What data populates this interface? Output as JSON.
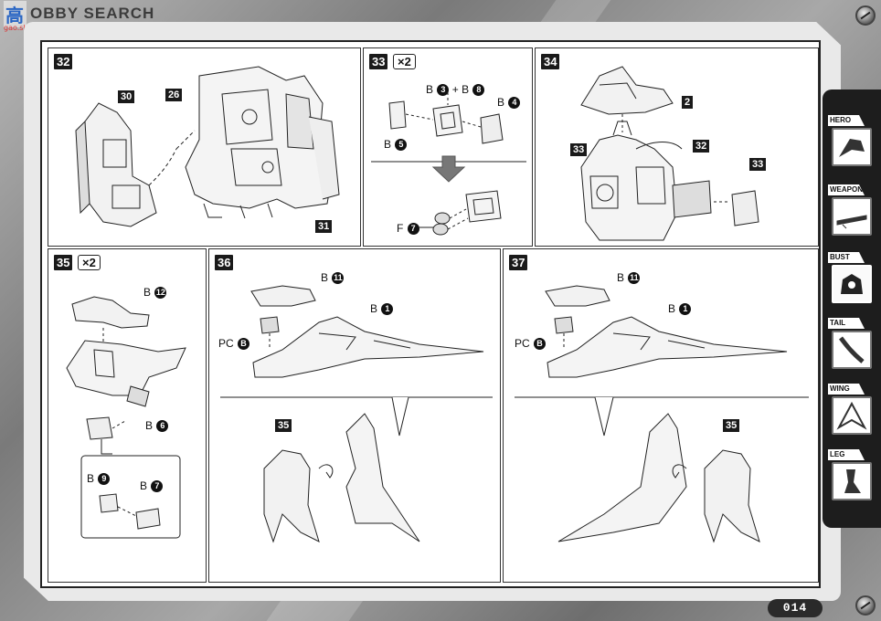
{
  "watermark": {
    "logo_cn": "高",
    "logo_en": "OBBY SEARCH",
    "logo_sub": "gao.shan.com"
  },
  "page_number": "014",
  "steps": [
    {
      "num": "32",
      "tags": [
        "30",
        "26",
        "31"
      ]
    },
    {
      "num": "33",
      "times": "×2",
      "labels": {
        "b3b8": "B",
        "b3": "3",
        "plus": "+",
        "b8": "B",
        "b8n": "8",
        "b4": "B",
        "b4n": "4",
        "b5": "B",
        "b5n": "5",
        "f7": "F",
        "f7n": "7"
      }
    },
    {
      "num": "34",
      "tags": [
        "2",
        "32",
        "33",
        "33"
      ]
    },
    {
      "num": "35",
      "times": "×2",
      "labels": {
        "b12": "B",
        "b12n": "12",
        "b6": "B",
        "b6n": "6",
        "b9": "B",
        "b9n": "9",
        "b7": "B",
        "b7n": "7"
      }
    },
    {
      "num": "36",
      "tags": [
        "35"
      ],
      "labels": {
        "b11": "B",
        "b11n": "11",
        "b1": "B",
        "b1n": "1",
        "pcb": "PC",
        "pcbn": "B"
      }
    },
    {
      "num": "37",
      "tags": [
        "35"
      ],
      "labels": {
        "b11": "B",
        "b11n": "11",
        "b1": "B",
        "b1n": "1",
        "pcb": "PC",
        "pcbn": "B"
      }
    }
  ],
  "sidebar": {
    "items": [
      {
        "label": "HERO",
        "icon": "hero-icon"
      },
      {
        "label": "WEAPON",
        "icon": "weapon-icon"
      },
      {
        "label": "BUST",
        "icon": "bust-icon",
        "active": true
      },
      {
        "label": "TAIL",
        "icon": "tail-icon"
      },
      {
        "label": "WING",
        "icon": "wing-icon"
      },
      {
        "label": "LEG",
        "icon": "leg-icon"
      }
    ]
  },
  "colors": {
    "frame": "#8e8e8e",
    "panel": "#ffffff",
    "ink": "#111111",
    "sidebar": "#1d1d1d"
  }
}
